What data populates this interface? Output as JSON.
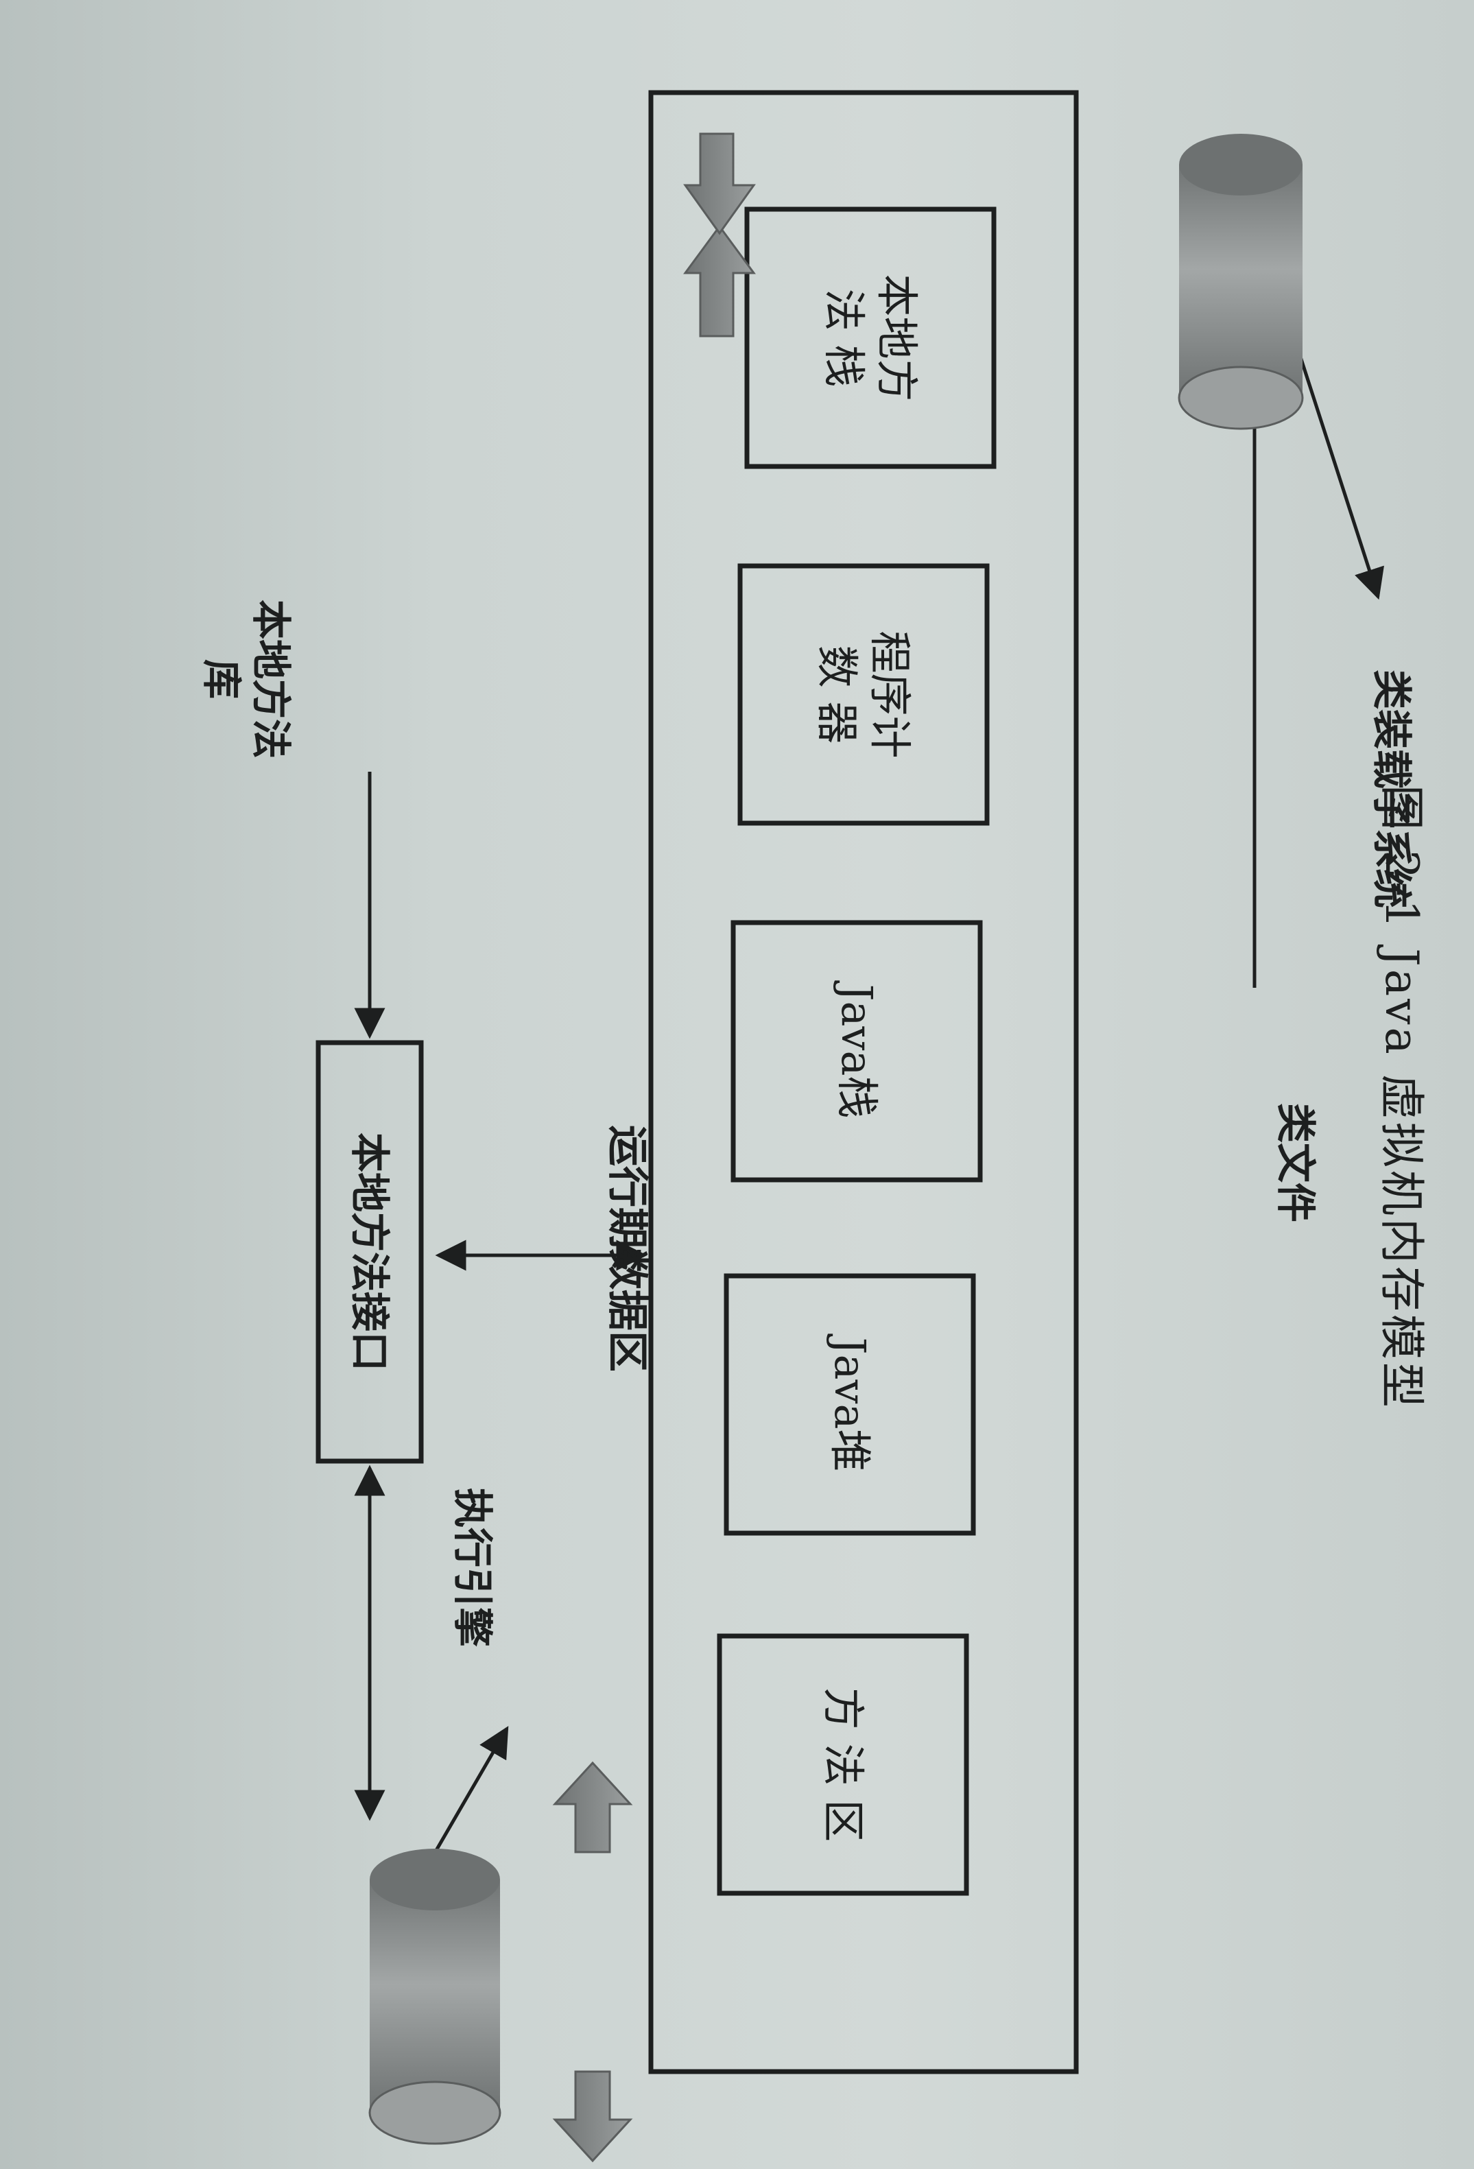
{
  "diagram": {
    "runtime_area_label": "运行期数据区",
    "method_area": "方 法 区",
    "java_heap": "Java堆",
    "java_stack": "Java栈",
    "program_counter": "程序计\n数 器",
    "native_method_stack": "本地方\n法 栈",
    "class_file": "类文件",
    "class_loader": "类装载子系统",
    "execution_engine": "执行引擎",
    "native_interface": "本地方法接口",
    "native_library": "本地方法库"
  },
  "caption": "图 2-1   Java 虚拟机内存模型",
  "colors": {
    "ink": "#1d1f1f",
    "cylinder": "#8c8f8f",
    "block_arrow": "#878a8a"
  }
}
